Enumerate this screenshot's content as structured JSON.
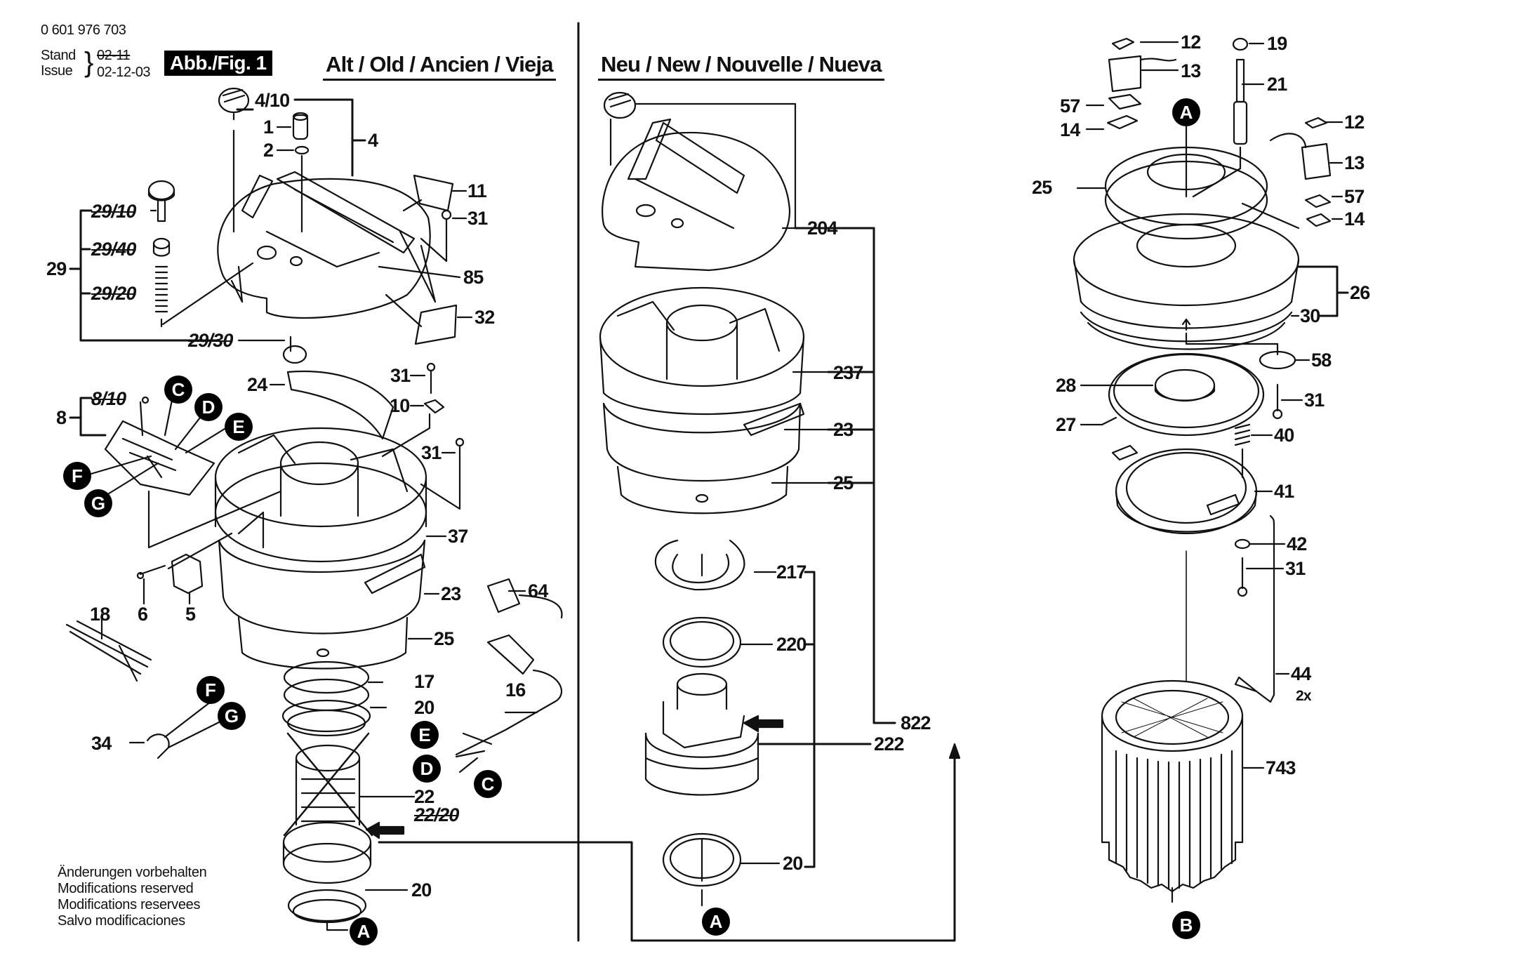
{
  "header": {
    "part_number": "0 601 976 703",
    "stand_label": "Stand",
    "issue_label": "Issue",
    "old_date": "02-11",
    "issue_date": "02-12-03",
    "figure_label": "Abb./Fig. 1"
  },
  "columns": {
    "old": "Alt / Old / Ancien / Vieja",
    "new": "Neu / New / Nouvelle / Nueva"
  },
  "footnote": [
    "Änderungen vorbehalten",
    "Modifications reserved",
    "Modifications reservees",
    "Salvo modificaciones"
  ],
  "callouts": {
    "A": "A",
    "B": "B",
    "C": "C",
    "D": "D",
    "E": "E",
    "F": "F",
    "G": "G"
  },
  "labels_old": {
    "p4_10": "4/10",
    "p1": "1",
    "p2": "2",
    "p4": "4",
    "p11": "11",
    "p31a": "31",
    "p29_10": "29/10",
    "p29_40": "29/40",
    "p29": "29",
    "p29_20": "29/20",
    "p85": "85",
    "p32": "32",
    "p29_30": "29/30",
    "p24": "24",
    "p31b": "31",
    "p10": "10",
    "p8_10": "8/10",
    "p8": "8",
    "p31c": "31",
    "p37": "37",
    "p6": "6",
    "p5": "5",
    "p23": "23",
    "p64": "64",
    "p18": "18",
    "p25": "25",
    "p16": "16",
    "p17": "17",
    "p20a": "20",
    "p34": "34",
    "p22": "22",
    "p22_20": "22/20",
    "p20b": "20"
  },
  "labels_new": {
    "p204": "204",
    "p237": "237",
    "p23": "23",
    "p25": "25",
    "p217": "217",
    "p220": "220",
    "p822": "822",
    "p222": "222",
    "p20": "20"
  },
  "labels_right": {
    "p12a": "12",
    "p19": "19",
    "p13a": "13",
    "p21": "21",
    "p57a": "57",
    "p14a": "14",
    "p12b": "12",
    "p25": "25",
    "p13b": "13",
    "p57b": "57",
    "p14b": "14",
    "p26": "26",
    "p30": "30",
    "p58": "58",
    "p28": "28",
    "p31a": "31",
    "p27": "27",
    "p40": "40",
    "p41": "41",
    "p42": "42",
    "p31b": "31",
    "p44": "44",
    "p44_qty": "2x",
    "p743": "743"
  }
}
